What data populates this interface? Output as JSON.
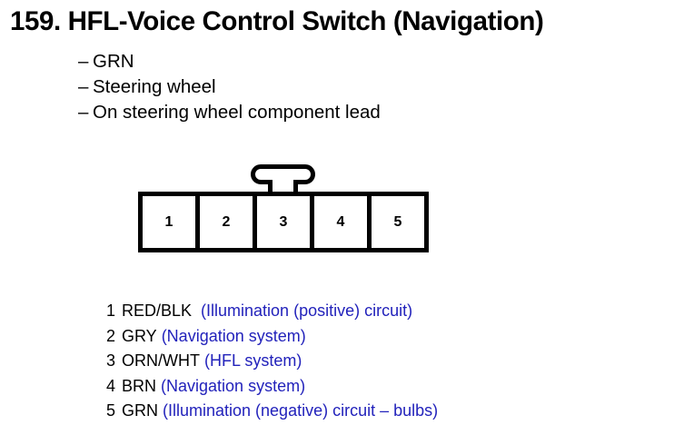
{
  "page": {
    "title_number": "159.",
    "title_text": "HFL-Voice Control Switch (Navigation)",
    "title_full": "159.  HFL-Voice Control Switch (Navigation)",
    "background_color": "#ffffff",
    "text_color": "#000000",
    "accent_color": "#2222bb"
  },
  "spec_list": {
    "dash": "–",
    "items": [
      {
        "text": "GRN"
      },
      {
        "text": "Steering wheel"
      },
      {
        "text": "On steering wheel component lead"
      }
    ]
  },
  "connector": {
    "name": "5-pin connector",
    "latch_icon": "connector-latch-tab",
    "pin_count": 5,
    "pins": [
      {
        "number": "1"
      },
      {
        "number": "2"
      },
      {
        "number": "3"
      },
      {
        "number": "4"
      },
      {
        "number": "5"
      }
    ]
  },
  "pin_legend": {
    "rows": [
      {
        "number": "1",
        "wire": "RED/BLK",
        "description": "(Illumination (positive) circuit)"
      },
      {
        "number": "2",
        "wire": "GRY",
        "description": "(Navigation system)"
      },
      {
        "number": "3",
        "wire": "ORN/WHT",
        "description": "(HFL system)"
      },
      {
        "number": "4",
        "wire": "BRN",
        "description": "(Navigation system)"
      },
      {
        "number": "5",
        "wire": "GRN",
        "description": "(Illumination (negative) circuit – bulbs)"
      }
    ]
  }
}
